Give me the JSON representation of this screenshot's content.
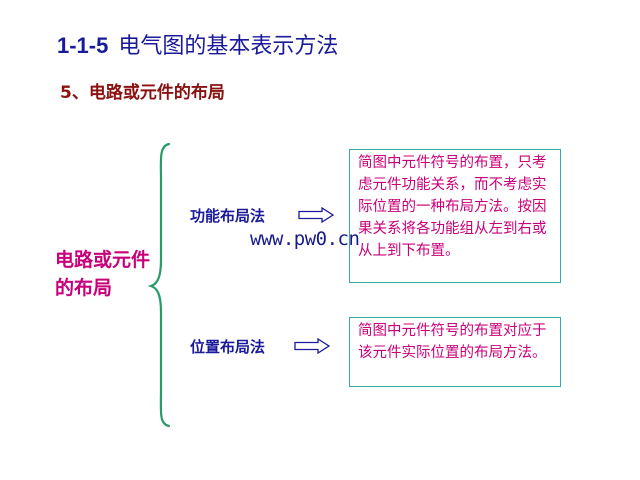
{
  "slide": {
    "section_number": "1-1-5",
    "title": "电气图的基本表示方法",
    "subtitle": "5、电路或元件的布局",
    "main_label": "电路或元件的布局"
  },
  "methods": [
    {
      "name": "功能布局法",
      "description": "简图中元件符号的布置，只考虑元件功能关系，而不考虑实际位置的一种布局方法。按因果关系将各功能组从左到右或从上到下布置。"
    },
    {
      "name": "位置布局法",
      "description": "简图中元件符号的布置对应于该元件实际位置的布局方法。"
    }
  ],
  "watermark": "www.pw0.cn",
  "colors": {
    "title": "#1a1a9a",
    "subtitle": "#8b1010",
    "accent_magenta": "#c8007a",
    "box_border": "#3aa8a8",
    "brace": "#2a9a6a"
  }
}
